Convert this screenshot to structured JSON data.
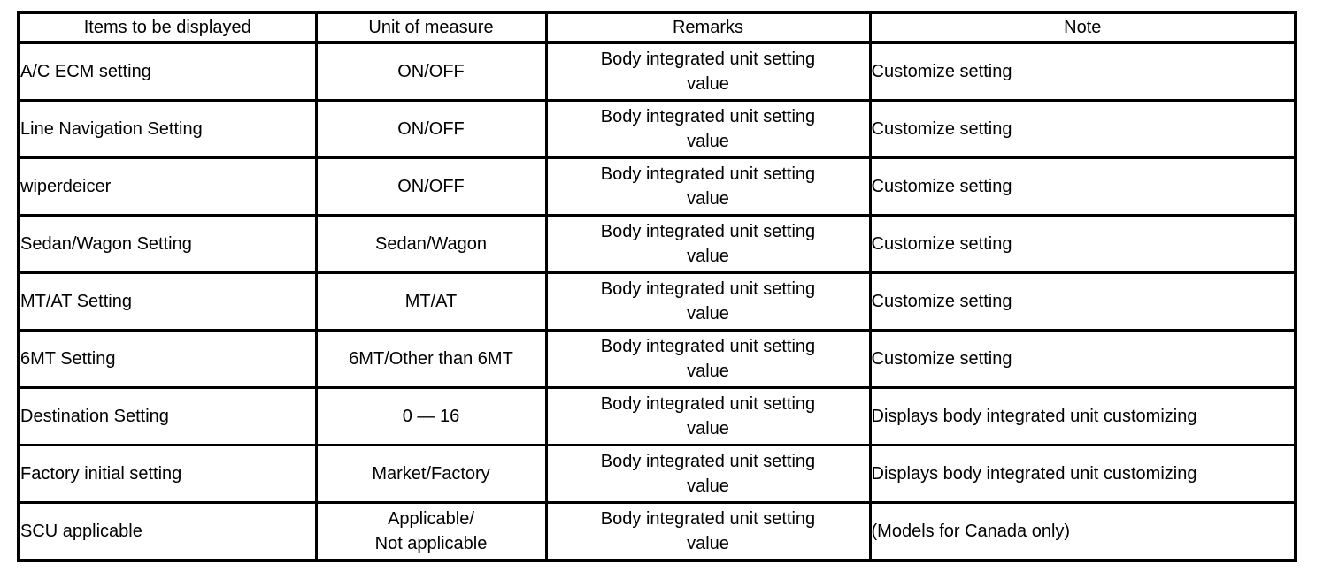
{
  "colors": {
    "border": "#000000",
    "background": "#ffffff",
    "text": "#000000"
  },
  "table": {
    "headers": {
      "item": "Items to be displayed",
      "unit": "Unit of measure",
      "remarks": "Remarks",
      "note": "Note"
    },
    "rows": [
      {
        "item": "A/C ECM setting",
        "unit": "ON/OFF",
        "remarks": "Body integrated unit setting\nvalue",
        "note": "Customize setting"
      },
      {
        "item": "Line Navigation Setting",
        "unit": "ON/OFF",
        "remarks": "Body integrated unit setting\nvalue",
        "note": "Customize setting"
      },
      {
        "item": "wiperdeicer",
        "unit": "ON/OFF",
        "remarks": "Body integrated unit setting\nvalue",
        "note": "Customize setting"
      },
      {
        "item": "Sedan/Wagon Setting",
        "unit": "Sedan/Wagon",
        "remarks": "Body integrated unit setting\nvalue",
        "note": "Customize setting"
      },
      {
        "item": "MT/AT Setting",
        "unit": "MT/AT",
        "remarks": "Body integrated unit setting\nvalue",
        "note": "Customize setting"
      },
      {
        "item": "6MT Setting",
        "unit": "6MT/Other than 6MT",
        "remarks": "Body integrated unit setting\nvalue",
        "note": "Customize setting"
      },
      {
        "item": "Destination Setting",
        "unit": "0 — 16",
        "remarks": "Body integrated unit setting\nvalue",
        "note": "Displays body integrated unit customizing"
      },
      {
        "item": "Factory initial setting",
        "unit": "Market/Factory",
        "remarks": "Body integrated unit setting\nvalue",
        "note": "Displays body integrated unit customizing"
      },
      {
        "item": "SCU applicable",
        "unit": "Applicable/\nNot applicable",
        "remarks": "Body integrated unit setting\nvalue",
        "note": "(Models for Canada only)"
      }
    ]
  }
}
